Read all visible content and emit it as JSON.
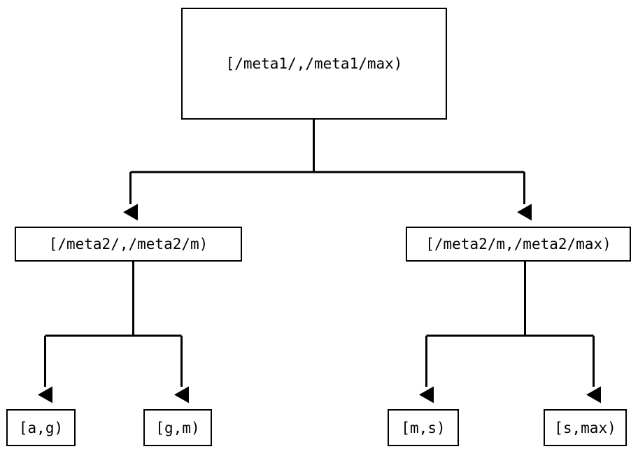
{
  "diagram": {
    "type": "tree",
    "orientation": "top-down",
    "background_color": "#ffffff",
    "stroke_color": "#000000",
    "text_color": "#000000",
    "nodes": {
      "root": {
        "label": "[/meta1/,/meta1/max)",
        "level": 0
      },
      "level2_left": {
        "label": "[/meta2/,/meta2/m)",
        "level": 1
      },
      "level2_right": {
        "label": "[/meta2/m,/meta2/max)",
        "level": 1
      },
      "leaf_a_g": {
        "label": "[a,g)",
        "level": 2
      },
      "leaf_g_m": {
        "label": "[g,m)",
        "level": 2
      },
      "leaf_m_s": {
        "label": "[m,s)",
        "level": 2
      },
      "leaf_s_max": {
        "label": "[s,max)",
        "level": 2
      }
    },
    "edges": [
      {
        "from": "root",
        "to": "level2_left",
        "arrow": "down"
      },
      {
        "from": "root",
        "to": "level2_right",
        "arrow": "down"
      },
      {
        "from": "level2_left",
        "to": "leaf_a_g",
        "arrow": "down"
      },
      {
        "from": "level2_left",
        "to": "leaf_g_m",
        "arrow": "down"
      },
      {
        "from": "level2_right",
        "to": "leaf_m_s",
        "arrow": "down"
      },
      {
        "from": "level2_right",
        "to": "leaf_s_max",
        "arrow": "down"
      }
    ]
  }
}
